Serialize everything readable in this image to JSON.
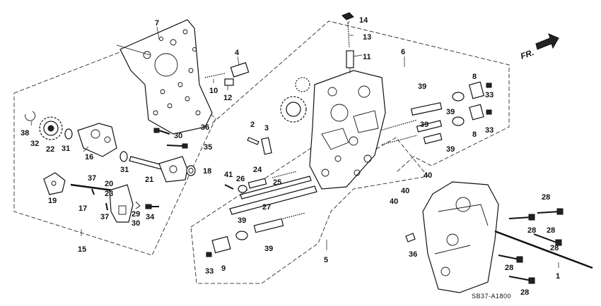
{
  "diagram": {
    "code": "SB37-A1800",
    "direction": "FR.",
    "callouts": [
      "1",
      "2",
      "3",
      "4",
      "5",
      "6",
      "7",
      "8",
      "8",
      "9",
      "10",
      "11",
      "12",
      "13",
      "14",
      "15",
      "16",
      "17",
      "18",
      "19",
      "20",
      "21",
      "22",
      "23",
      "24",
      "25",
      "26",
      "27",
      "28",
      "28",
      "28",
      "28",
      "28",
      "28",
      "29",
      "30",
      "30",
      "31",
      "31",
      "32",
      "33",
      "33",
      "33",
      "34",
      "35",
      "36",
      "36",
      "37",
      "37",
      "38",
      "39",
      "39",
      "39",
      "39",
      "39",
      "39",
      "40",
      "40",
      "40",
      "41"
    ]
  }
}
